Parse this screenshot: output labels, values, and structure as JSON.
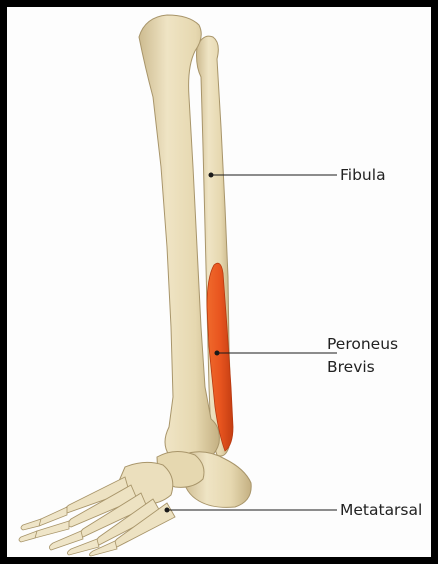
{
  "labels": {
    "fibula": "Fibula",
    "peroneus_brevis_line1": "Peroneus",
    "peroneus_brevis_line2": "Brevis",
    "metatarsal": "Metatarsal"
  },
  "colors": {
    "bone_fill": "#e8dcba",
    "bone_shade": "#cbb98e",
    "bone_outline": "#a8956a",
    "muscle_fill": "#e8551f",
    "muscle_shade": "#c43d12",
    "leader_line": "#1a1a1a",
    "background": "#fdfdfd",
    "frame": "#000000"
  }
}
